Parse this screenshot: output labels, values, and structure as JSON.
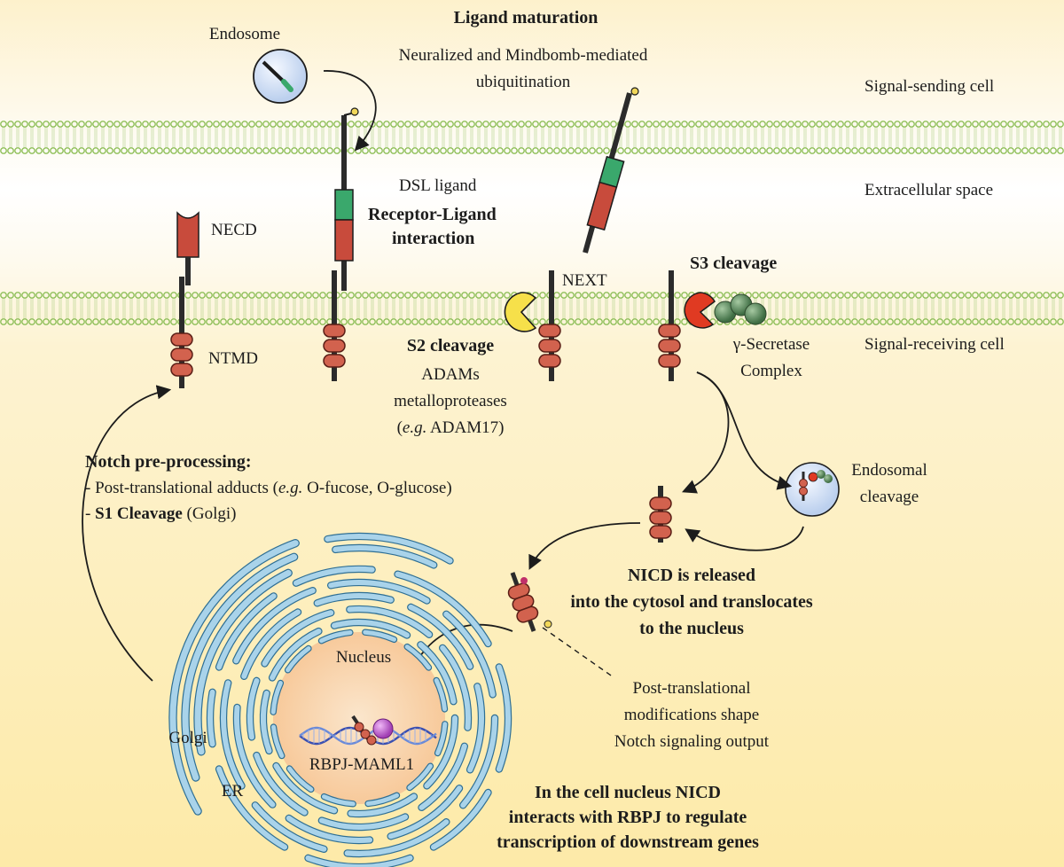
{
  "regions": {
    "signal_sending": "Signal-sending cell",
    "extracellular": "Extracellular space",
    "signal_receiving": "Signal-receiving cell"
  },
  "ligand_maturation": {
    "title": "Ligand maturation",
    "line1": "Neuralized and Mindbomb-mediated",
    "line2": "ubiquitination"
  },
  "endosome": "Endosome",
  "dsl_ligand": "DSL ligand",
  "receptor_ligand": {
    "line1": "Receptor-Ligand",
    "line2": "interaction"
  },
  "necd": "NECD",
  "ntmd": "NTMD",
  "next": "NEXT",
  "s3": {
    "title": "S3 cleavage",
    "line1": "γ-Secretase",
    "line2": "Complex"
  },
  "s2": {
    "title": "S2 cleavage",
    "line1": "ADAMs",
    "line2": "metalloproteases",
    "line3_open": "(",
    "line3_eg": "e.g.",
    "line3_rest": " ADAM17)"
  },
  "endosomal_cleavage": {
    "line1": "Endosomal",
    "line2": "cleavage"
  },
  "preprocessing": {
    "title": "Notch pre-processing:",
    "item1_pre": "- Post-translational adducts (",
    "item1_eg": "e.g.",
    "item1_post": " O-fucose, O-glucose)",
    "item2_pre": "- ",
    "item2_bold": "S1 Cleavage",
    "item2_post": " (Golgi)"
  },
  "nicd_release": {
    "line1": "NICD is released",
    "line2": "into the cytosol and translocates",
    "line3": "to the nucleus"
  },
  "ptm": {
    "line1": "Post-translational",
    "line2": "modifications shape",
    "line3": "Notch signaling output"
  },
  "nucleus": "Nucleus",
  "golgi": "Golgi",
  "er": "ER",
  "rbpj_maml1": "RBPJ-MAML1",
  "nucleus_text": {
    "line1": "In the cell nucleus NICD",
    "line2": "interacts with RBPJ to regulate",
    "line3": "transcription of downstream genes"
  },
  "colors": {
    "background_top": "#fdf4d6",
    "background_mid": "#ffffff",
    "membrane": "#8fbf5a",
    "receptor_red": "#c84b3c",
    "ligand_green": "#3aa86c",
    "adam_yellow": "#f6e04a",
    "secretase_green": "#5d8a5e",
    "er_blue": "#a9d3ea",
    "nucleus_orange": "#f9d3a5",
    "maml_purple": "#b04ac2"
  }
}
